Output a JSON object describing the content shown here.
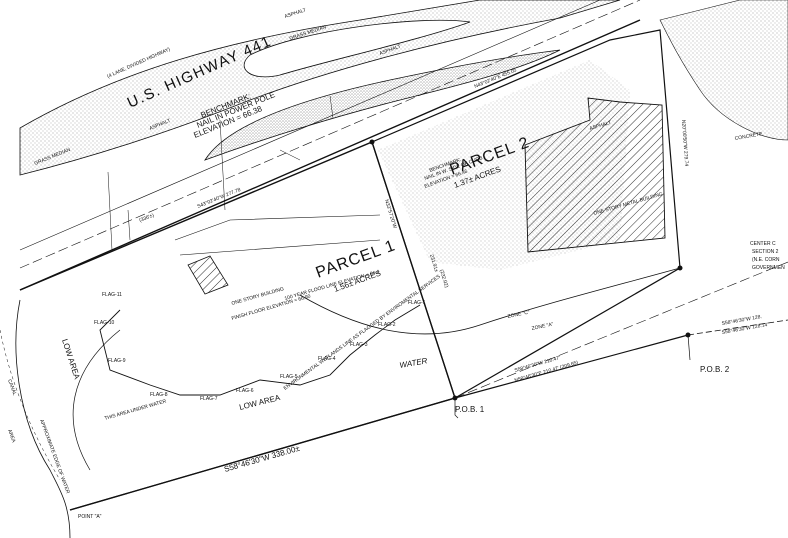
{
  "highway": {
    "name": "U.S. HIGHWAY 441",
    "lanes_note": "(4 LANE, DIVIDED HIGHWAY)",
    "median": "GRASS MEDIAN",
    "asphalt": "ASPHALT"
  },
  "benchmark_west": {
    "line1": "BENCHMARK:",
    "line2": "NAIL IN POWER POLE",
    "line3": "ELEVATION = 66.38"
  },
  "benchmark_east": {
    "line1": "BENCHMARK:",
    "line2": "NAIL IN W. SIDE OF CURB",
    "line3": "ELEVATION = 66.46"
  },
  "parcel1": {
    "name": "PARCEL 1",
    "area": "1.56± ACRES"
  },
  "parcel2": {
    "name": "PARCEL 2",
    "area": "1.37± ACRES"
  },
  "bearings": {
    "north_line": "S43°02'40\"W 277.78",
    "west_line": "N33°57'20\"W",
    "west_dist": "231.91±",
    "west_dist2": "(232.02)",
    "east_line": "N20°00'50\"W 279.74",
    "south_line": "S58°46'30\"W 338.00±",
    "south_line2": "S58°46'30\"W 210.47'",
    "south_line3": "N58°46'30\"E 210.47' (209.65)",
    "east_tail": "S58°46'30\"W 128.",
    "east_tail2": "S58°46'30\"W 128.14'",
    "dist_336": "(336'±)",
    "top_road": "N43°02'40\"E 455.05"
  },
  "points": {
    "pob1": "P.O.B. 1",
    "pob2": "P.O.B. 2",
    "point_a": "POINT \"A\""
  },
  "areas": {
    "water": "WATER",
    "low_area": "LOW AREA",
    "low_area_w": "LOW AREA",
    "zone_c": "ZONE \"C\"",
    "zone_a": "ZONE \"A\"",
    "grass_median": "GRASS MEDIAN",
    "concrete": "CONCRETE",
    "area_under_water": "THIS AREA UNDER WATER",
    "canal": "CANAL",
    "area": "AREA",
    "bank_of_canal": "APPROXIMATE EDGE OF WATER",
    "one_story": "ONE STORY BUILDING",
    "one_story_east": "ONE STORY METAL BUILDING",
    "finish_floor": "FINISH FLOOR ELEVATION = 66.90",
    "flood_line": "100 YEAR FLOOD LINE ELEVATION = 64.4",
    "wetland_line": "ENVIRONMENTAL WETLANDS LINE AS FLAGGED BY ENVIROMENTAL SERVICES",
    "center_note1": "CENTER C",
    "center_note2": "SECTION 2",
    "center_note3": "(N.E. CORN",
    "center_note4": "GOVERNMEN"
  },
  "flags": [
    "FLAG-1",
    "FLAG-2",
    "FLAG-3",
    "FLAG-4",
    "FLAG-5",
    "FLAG-6",
    "FLAG-7",
    "FLAG-8",
    "FLAG-9",
    "FLAG-10",
    "FLAG-11"
  ],
  "colors": {
    "line": "#111111",
    "median_hatch": "#555555",
    "paper": "#ffffff"
  }
}
